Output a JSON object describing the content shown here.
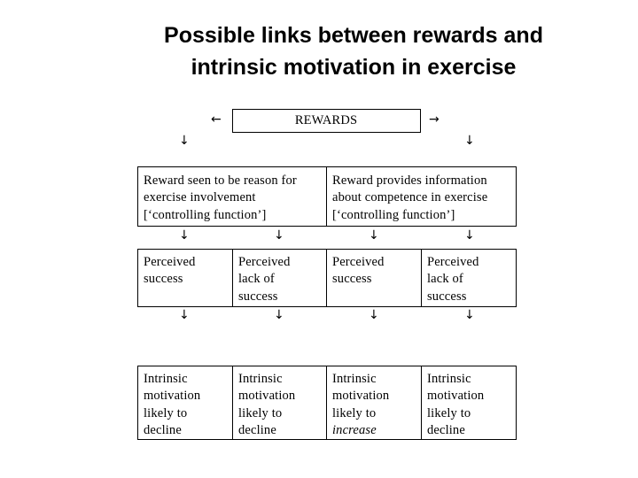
{
  "title": {
    "line1": "Possible links between rewards and",
    "line2": "intrinsic motivation in exercise"
  },
  "rewards": {
    "label": "REWARDS",
    "arrow_left": "←",
    "arrow_right": "→"
  },
  "arrows": {
    "down": "↓"
  },
  "level1": [
    {
      "lines": [
        "Reward seen to be reason for",
        "exercise involvement",
        "[‘controlling function’]"
      ]
    },
    {
      "lines": [
        "Reward provides information",
        "about competence in exercise",
        "[‘controlling function’]"
      ]
    }
  ],
  "level2": [
    {
      "lines": [
        "Perceived",
        "success"
      ]
    },
    {
      "lines": [
        "Perceived",
        "lack of",
        "success"
      ]
    },
    {
      "lines": [
        "Perceived",
        "success"
      ]
    },
    {
      "lines": [
        "Perceived",
        "lack of",
        "success"
      ]
    }
  ],
  "level3": [
    {
      "lines": [
        "Intrinsic",
        "motivation",
        "likely to",
        "decline"
      ]
    },
    {
      "lines": [
        "Intrinsic",
        "motivation",
        "likely to",
        "decline"
      ]
    },
    {
      "lines": [
        "Intrinsic",
        "motivation",
        "likely to",
        "increase"
      ]
    },
    {
      "lines": [
        "Intrinsic",
        "motivation",
        "likely to",
        "decline"
      ]
    }
  ]
}
